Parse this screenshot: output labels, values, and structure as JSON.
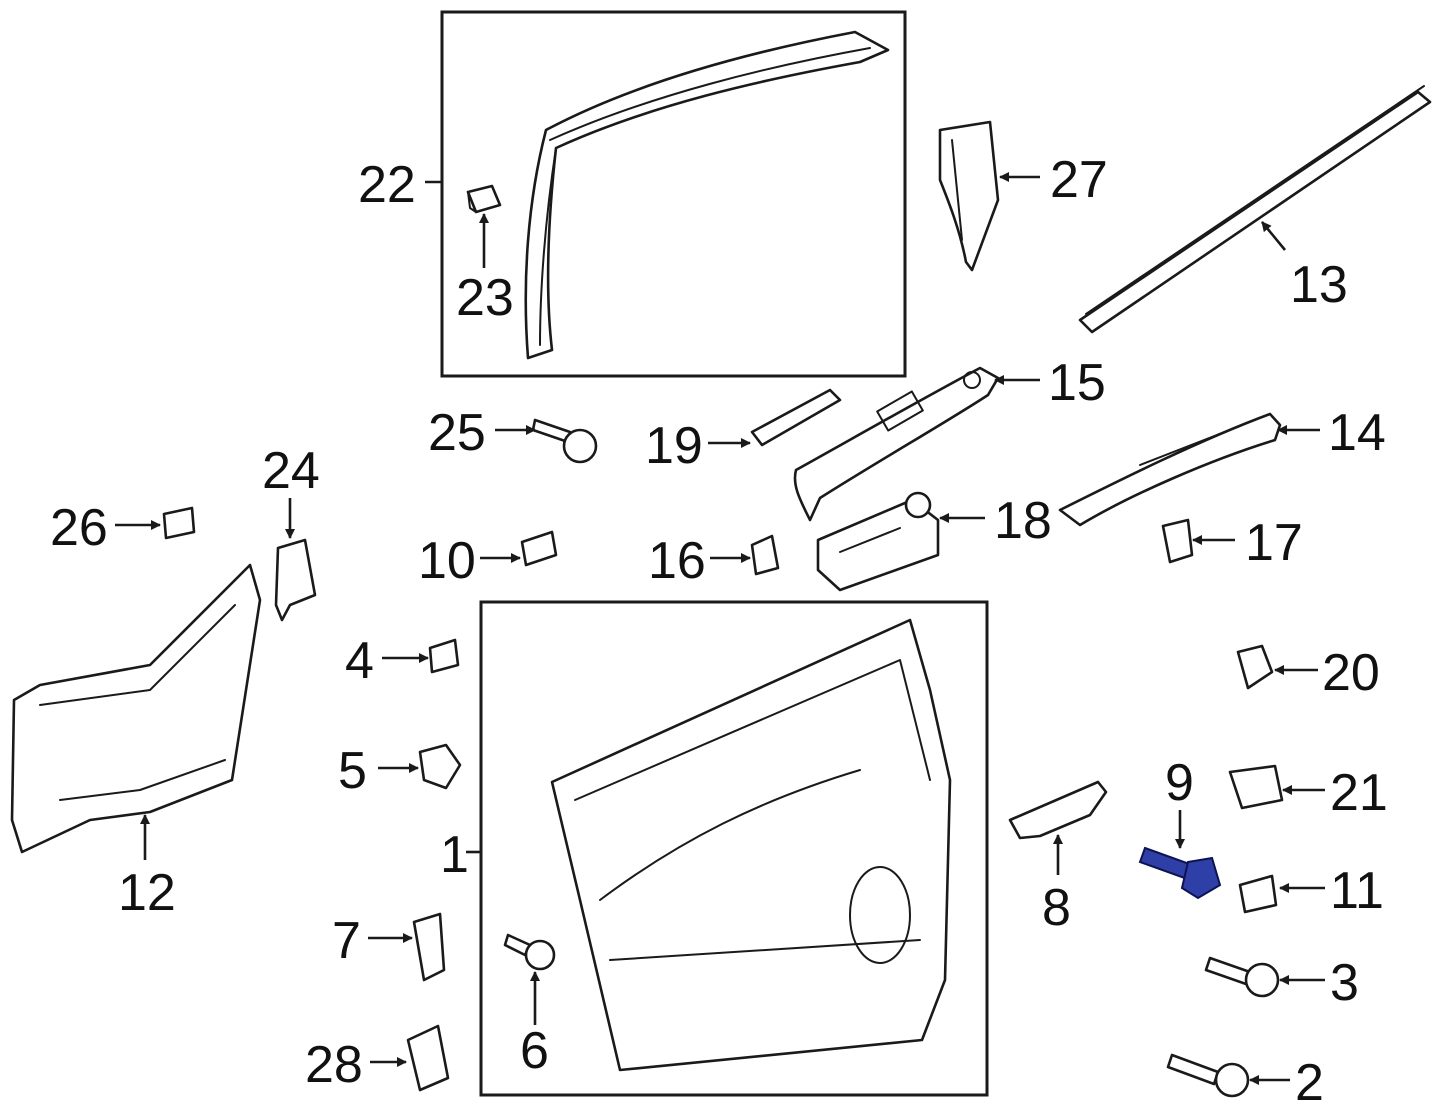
{
  "highlight_color": "#2f3fa8",
  "callouts": {
    "c1": "1",
    "c2": "2",
    "c3": "3",
    "c4": "4",
    "c5": "5",
    "c6": "6",
    "c7": "7",
    "c8": "8",
    "c9": "9",
    "c10": "10",
    "c11": "11",
    "c12": "12",
    "c13": "13",
    "c14": "14",
    "c15": "15",
    "c16": "16",
    "c17": "17",
    "c18": "18",
    "c19": "19",
    "c20": "20",
    "c21": "21",
    "c22": "22",
    "c23": "23",
    "c24": "24",
    "c25": "25",
    "c26": "26",
    "c27": "27",
    "c28": "28"
  }
}
